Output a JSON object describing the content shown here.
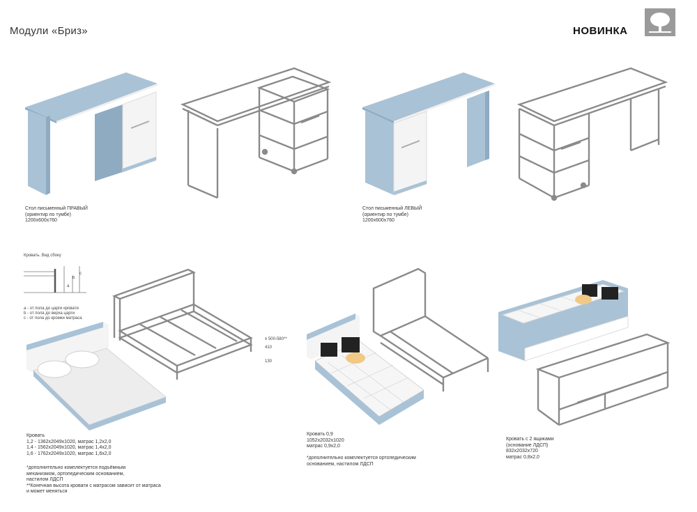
{
  "header": {
    "title": "Модули «Бриз»",
    "badge": "НОВИНКА"
  },
  "products": [
    {
      "caption": "Стол письменный ПРАВЫЙ\n(ориентир по тумбе)\n1200х600х760"
    },
    {
      "caption": "Стол письменный ЛЕВЫЙ\n(ориентир по тумбе)\n1200х600х760"
    },
    {
      "caption": "Кровать\n1,2 - 1362х2049х1020, матрас 1,2х2,0\n1,4 - 1562х2049х1020, матрас 1,4х2,0\n1,6 - 1762х2049х1020, матрас 1,6х2,0",
      "note": "*дополнительно комплектуется подъёмным\nмеханизмом, ортопедическим основанием,\nнастилом ЛДСП\n**Конечная высота кровати с матрасом зависит от матраса\nи может меняться"
    },
    {
      "caption": "Кровать 0,9\n1052х2032х1020\nматрас 0,9х2,0",
      "note": "*дополнительно комплектуется ортопедическим\nоснованием, настилом ЛДСП"
    },
    {
      "caption": "Кровать с 2 ящиками\n(основание ЛДСП)\n832х2032х720\nматрас 0,8х2,0"
    }
  ],
  "side_view": {
    "title": "Кровать. Вид сбоку",
    "legend": [
      "а - от пола до царги кровати",
      "b - от пола до верха царги",
      "с - от пола до кромки матраса"
    ],
    "letters": [
      "a",
      "b",
      "c"
    ]
  },
  "dimensions": [
    "± 500-580**",
    "410",
    "130"
  ],
  "colors": {
    "blue": "#a9c2d6",
    "blue_side": "#8fabc2",
    "white": "#f4f4f4",
    "wire": "#8a8a8a"
  }
}
